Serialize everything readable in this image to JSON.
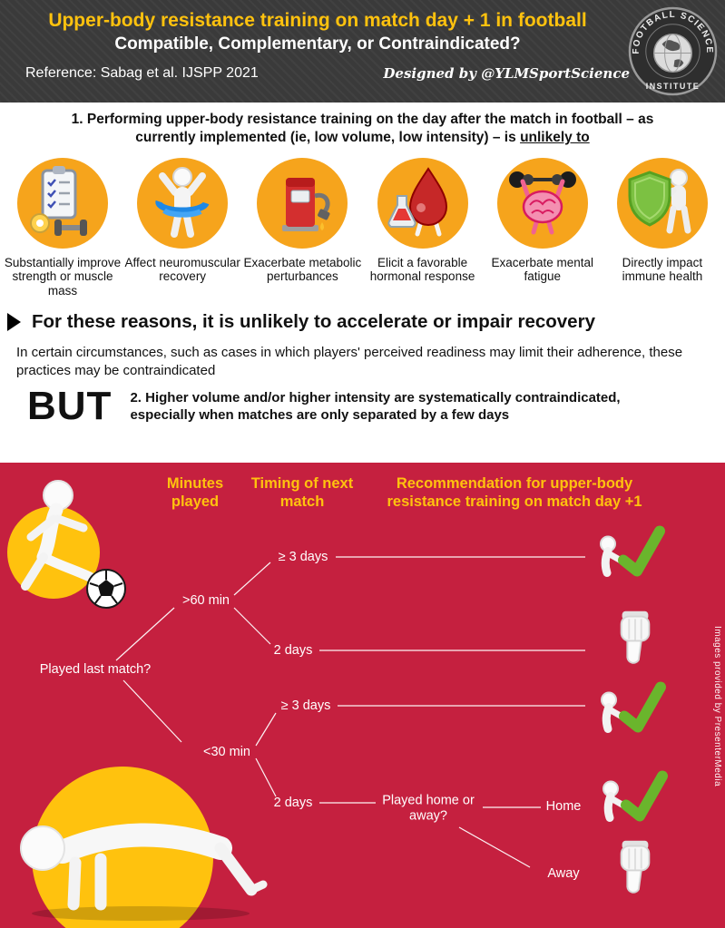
{
  "header": {
    "title": "Upper-body resistance training on match day + 1 in football",
    "subtitle": "Compatible, Complementary, or Contraindicated?",
    "reference": "Reference: Sabag et al. IJSPP 2021",
    "designed_by": "Designed by @YLMSportScience",
    "logo_top": "FOOTBALL SCIENCE",
    "logo_bottom": "INSTITUTE"
  },
  "section1": {
    "intro_text": "1. Performing upper-body resistance training on the day after the match in football – as currently implemented (ie, low volume, low intensity) – is",
    "intro_underline": "unlikely to",
    "items": [
      {
        "icon": "checklist-dumbbell-icon",
        "label": "Substantially improve strength or muscle mass"
      },
      {
        "icon": "neuromuscular-recovery-icon",
        "label": "Affect neuromuscular recovery"
      },
      {
        "icon": "fuel-pump-icon",
        "label": "Exacerbate metabolic perturbances"
      },
      {
        "icon": "blood-drop-icon",
        "label": "Elicit a favorable hormonal response"
      },
      {
        "icon": "brain-barbell-icon",
        "label": "Exacerbate mental fatigue"
      },
      {
        "icon": "immune-shield-icon",
        "label": "Directly impact immune health"
      }
    ],
    "reasons": "For these reasons, it is unlikely to accelerate or impair recovery",
    "note": "In certain circumstances, such as cases in which players' perceived readiness may limit their adherence, these practices may be contraindicated",
    "but_label": "BUT",
    "point2": "2. Higher volume and/or higher intensity are systematically contraindicated, especially when matches are only separated by a few days"
  },
  "tree": {
    "col_minutes": "Minutes played",
    "col_timing": "Timing of next match",
    "col_recommendation": "Recommendation for upper-body resistance training on match day +1",
    "root": "Played last match?",
    "minutes_over": ">60 min",
    "minutes_under": "<30 min",
    "timing_1": "≥ 3 days",
    "timing_2": "2 days",
    "timing_3": "≥ 3 days",
    "timing_4": "2 days",
    "home_away_question": "Played home or away?",
    "home": "Home",
    "away": "Away",
    "outcomes": [
      "approve",
      "reject",
      "approve",
      "approve",
      "reject"
    ],
    "credit": "Images provided by PresenterMedia"
  },
  "colors": {
    "accent_yellow": "#ffc20e",
    "icon_circle_orange": "#f6a41c",
    "tree_red": "#c5203f",
    "header_dark": "#3a3a3a",
    "approve_green": "#6ab52c"
  }
}
